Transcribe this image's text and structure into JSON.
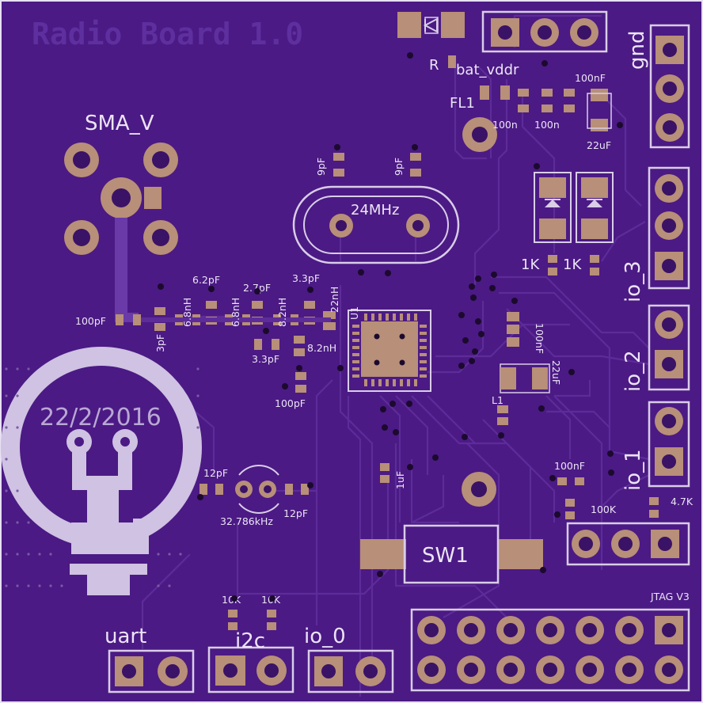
{
  "board": {
    "title": "Radio Board 1.0",
    "date": "22/2/2016",
    "colors": {
      "substrate": "#4b1a84",
      "silkscreen": "#d9cde8",
      "copper": "#b88f78",
      "trace": "#5d2c99"
    }
  },
  "labels": {
    "sma": "SMA_V",
    "crystal": "24MHz",
    "rtc_crystal": "32.786kHz",
    "switch": "SW1",
    "ferrite": "FL1",
    "resistor_r": "R",
    "bat_vddr": "bat_vddr",
    "ic": "U1",
    "inductor": "L1",
    "jtag": "JTAG V3",
    "gnd": "gnd",
    "io_3": "io_3",
    "io_2": "io_2",
    "io_1": "io_1",
    "io_0": "io_0",
    "uart": "uart",
    "i2c": "i2c",
    "c_9pf": "9pF",
    "c_100pf": "100pF",
    "c_3pf": "3pF",
    "l_6_8nh": "6.8nH",
    "c_6_2pf": "6.2pF",
    "c_2_7pf": "2.7pF",
    "l_8_2nh": "8.2nH",
    "c_3_3pf": "3.3pF",
    "l_22nh": "22nH",
    "c_100nf": "100nF",
    "c_100n": "100n",
    "c_22uf": "22uF",
    "c_1uf": "1uF",
    "c_12pf": "12pF",
    "r_1k": "1K",
    "r_10k": "10K",
    "r_100k": "100K",
    "r_4_7k": "4.7K"
  }
}
